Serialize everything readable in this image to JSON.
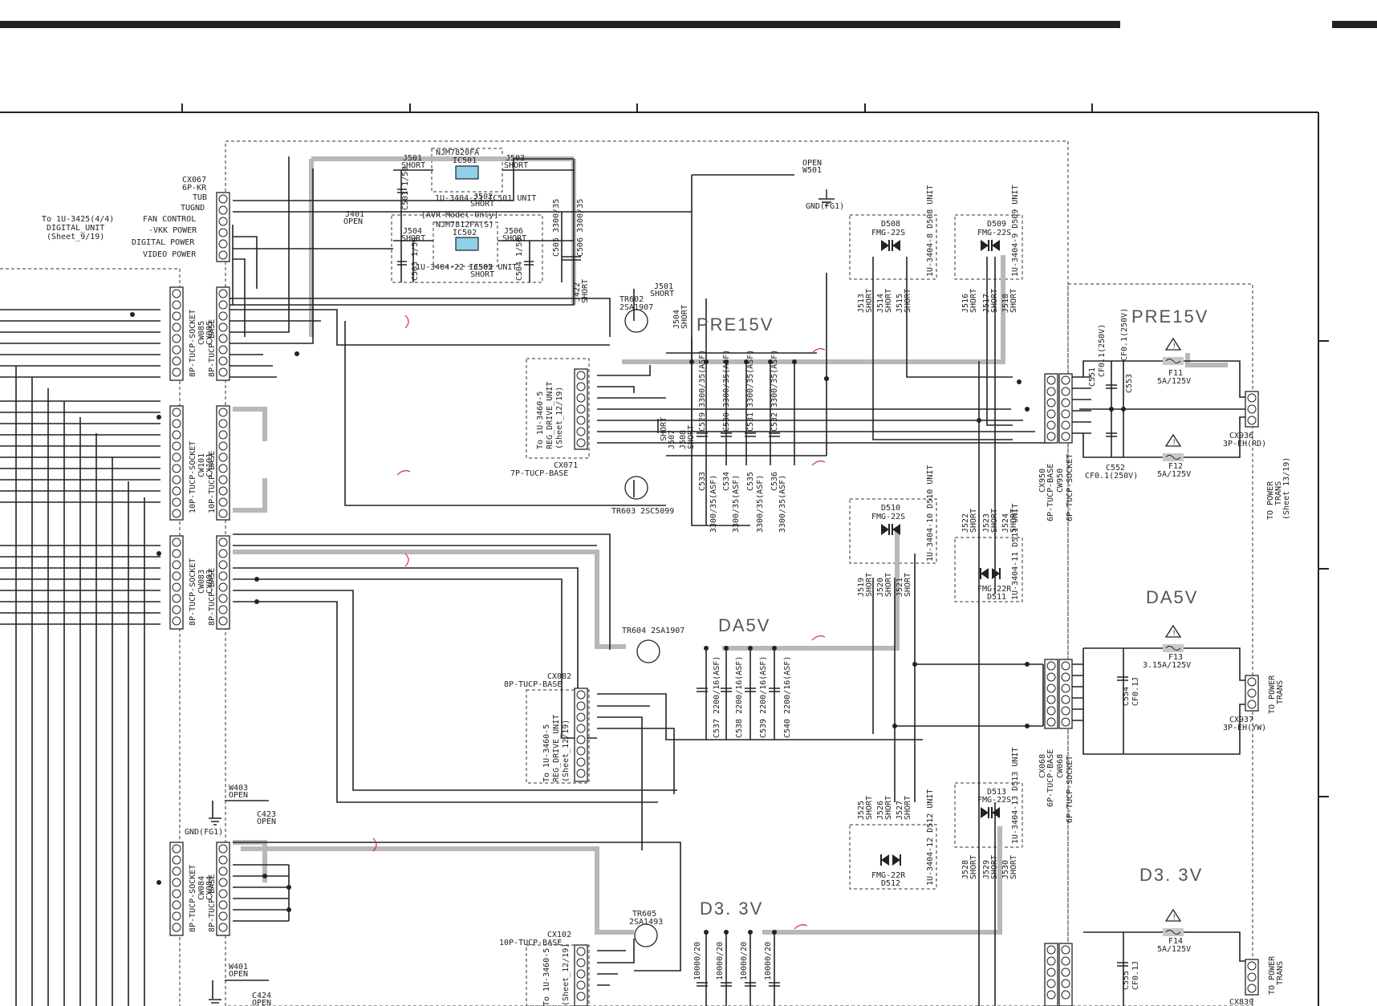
{
  "sections": {
    "pre15": "PRE15V",
    "pre15_right": "PRE15V",
    "da5": "DA5V",
    "da5_right": "DA5V",
    "d33": "D3. 3V",
    "d33_right": "D3. 3V"
  },
  "ic": {
    "ic501_part": "NJM7820FA",
    "ic501_ref": "IC501",
    "ic502_part": "NJM7812FA(S)",
    "ic502_ref": "IC502",
    "avr_note": "[AVR Model Only]",
    "ic501_unit": "1U-3404-21 IC501 UNIT",
    "ic502_unit": "1U-3404-22 IC502 UNIT"
  },
  "connectors": {
    "cx067": "CX067",
    "cx067_type": "6P-KR",
    "cx067_pins": [
      "TUB",
      "TUGND",
      "FAN CONTROL",
      "-VKK POWER",
      "DIGITAL POWER",
      "VIDEO POWER"
    ],
    "to_digital": [
      "To 1U-3425(4/4)",
      "DIGITAL_UNIT",
      "(Sheet_9/19)"
    ],
    "cw085": "CW085",
    "cx085": "CX085",
    "socket8": "8P-TUCP-SOCKET",
    "base8": "8P-TUCP-BASE",
    "cw101": "CW101",
    "cx101": "CX101",
    "socket10": "10P-TUCP-SOCKET",
    "base10": "10P-TUCP-BASE",
    "cw083": "CW083",
    "cx083": "CX083",
    "cw084": "CW084",
    "cx084": "CX084",
    "cx071": "CX071",
    "cx071_type": "7P-TUCP-BASE",
    "to_reg": [
      "To 1U-3460-5",
      "REG_DRIVE_UNIT",
      "(Sheet_12/19)"
    ],
    "cx082": "CX082",
    "cx082_type": "8P-TUCP-BASE",
    "cx102": "CX102",
    "cx102_type": "10P-TUCP-BASE",
    "cx950": "CX950",
    "cw950": "CW950",
    "base6": "6P-TUCP-BASE",
    "socket6": "6P-TUCP-SOCKET",
    "cx068": "CX068",
    "cw068": "CW068",
    "cx936": "CX936",
    "cx936_type": "3P-EH(RD)",
    "cx937": "CX937",
    "cx937_type": "3P-EH(YW)",
    "cx839": "CX839",
    "to_power_trans": [
      "TO POWER",
      "TRANS",
      "(Sheet 13/19)"
    ],
    "to_power_trans2": [
      "TO POWER",
      "TRANS"
    ]
  },
  "transistors": {
    "tr602": "TR602",
    "tr602_part": "2SA1907",
    "tr603": "TR603 2SC5099",
    "tr604": "TR604  2SA1907",
    "tr605": "TR605",
    "tr605_part": "2SA1493"
  },
  "diodes": {
    "d508": "D508",
    "d509": "D509",
    "d510": "D510",
    "d511": "D511",
    "d512": "D512",
    "d513": "D513",
    "fmg22s": "FMG-22S",
    "fmg22r": "FMG-22R",
    "u508": "1U-3404-8 D508 UNIT",
    "u509": "1U-3404-9 D509 UNIT",
    "u510": "1U-3404-10 D510 UNIT",
    "u511": "1U-3404-11 D511 UNIT",
    "u512": "1U-3404-12 D512 UNIT",
    "u513": "1U-3404-13 D513 UNIT"
  },
  "jumpers": {
    "j501": "J501",
    "j502": "J502",
    "j503": "J503",
    "j504": "J504",
    "j505": "J505",
    "j506": "J506",
    "j507": "J507",
    "j508": "J508",
    "j422": "J422",
    "j504b": "J504",
    "j401": "J401",
    "open": "OPEN",
    "short": "SHORT",
    "j513": "J513",
    "j514": "J514",
    "j515": "J515",
    "j516": "J516",
    "j517": "J517",
    "j518": "J518",
    "j519": "J519",
    "j520": "J520",
    "j521": "J521",
    "j522": "J522",
    "j523": "J523",
    "j524": "J524",
    "j525": "J525",
    "j526": "J526",
    "j527": "J527",
    "j528": "J528",
    "j529": "J529",
    "j530": "J530",
    "w501": "W501",
    "w403": "W403",
    "w401": "W401",
    "gnd_fg1": "GND(FG1)"
  },
  "capacitors": {
    "c501": "C501 1/50",
    "c503": "C503 1/50",
    "c504": "C504 1/50",
    "c505": "C505 3300/35",
    "c506": "C506 3300/35",
    "c529": "C529 3300/35(ASF)",
    "c530": "C530 3300/35(ASF)",
    "c531": "C531 3300/35(ASF)",
    "c532": "C532 3300/35(ASF)",
    "c533": "C533",
    "c534": "C534",
    "c535": "C535",
    "c536": "C536",
    "c533v": "3300/35(ASF)",
    "c537": "C537 2200/16(ASF)",
    "c538": "C538 2200/16(ASF)",
    "c539": "C539 2200/16(ASF)",
    "c540": "C540 2200/16(ASF)",
    "c551": "C551",
    "c552": "C552",
    "c553": "C553",
    "cf01_250": "CF0.1(250V)",
    "c554": "C554",
    "c555": "C555",
    "cf01j": "CF0.1J",
    "c423": "C423",
    "c424": "C424",
    "c10000": "10000/20"
  },
  "fuses": {
    "f11": "F11",
    "f11_val": "5A/125V",
    "f12": "F12",
    "f12_val": "5A/125V",
    "f13": "F13",
    "f13_val": "3.15A/125V",
    "f14": "F14",
    "f14_val": "5A/125V"
  }
}
